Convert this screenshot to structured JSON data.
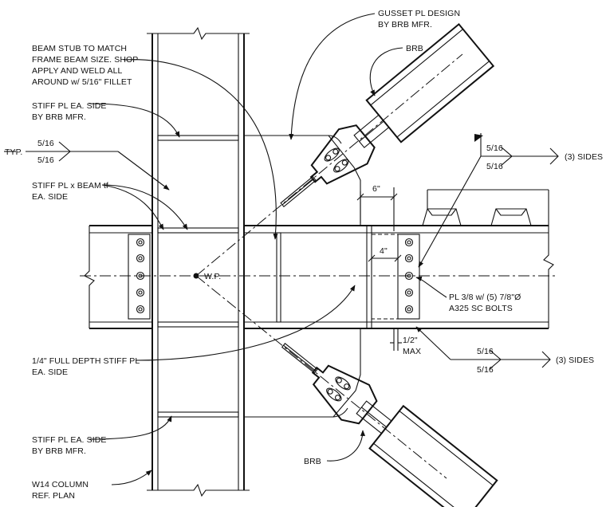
{
  "notes": {
    "gusset": [
      "GUSSET PL DESIGN",
      "BY BRB MFR."
    ],
    "brb_top": "BRB",
    "beam_stub": [
      "BEAM STUB TO MATCH",
      "FRAME BEAM SIZE. SHOP",
      "APPLY AND WELD ALL",
      "AROUND w/ 5/16\" FILLET"
    ],
    "stiff_top": [
      "STIFF PL EA. SIDE",
      "BY BRB MFR."
    ],
    "typ": "TYP.",
    "weld_left": [
      "5/16",
      "5/16"
    ],
    "stiff_beam": [
      "STIFF PL x BEAM tf",
      "EA. SIDE"
    ],
    "wp": "W.P.",
    "full_depth": [
      "1/4\" FULL DEPTH STIFF PL",
      "EA. SIDE"
    ],
    "stiff_bottom": [
      "STIFF PL EA. SIDE",
      "BY BRB MFR."
    ],
    "column": [
      "W14 COLUMN",
      "REF. PLAN"
    ],
    "brb_bottom": "BRB",
    "weld_right_top": [
      "5/16",
      "5/16"
    ],
    "sides_top": "(3) SIDES",
    "dim_6": "6\"",
    "dim_4": "4\"",
    "plate": [
      "PL 3/8 w/ (5) 7/8\"Ø",
      "A325 SC BOLTS"
    ],
    "dim_half": [
      "1/2\"",
      "MAX"
    ],
    "weld_right_bottom": [
      "5/16",
      "5/16"
    ],
    "sides_bottom": "(3) SIDES"
  }
}
